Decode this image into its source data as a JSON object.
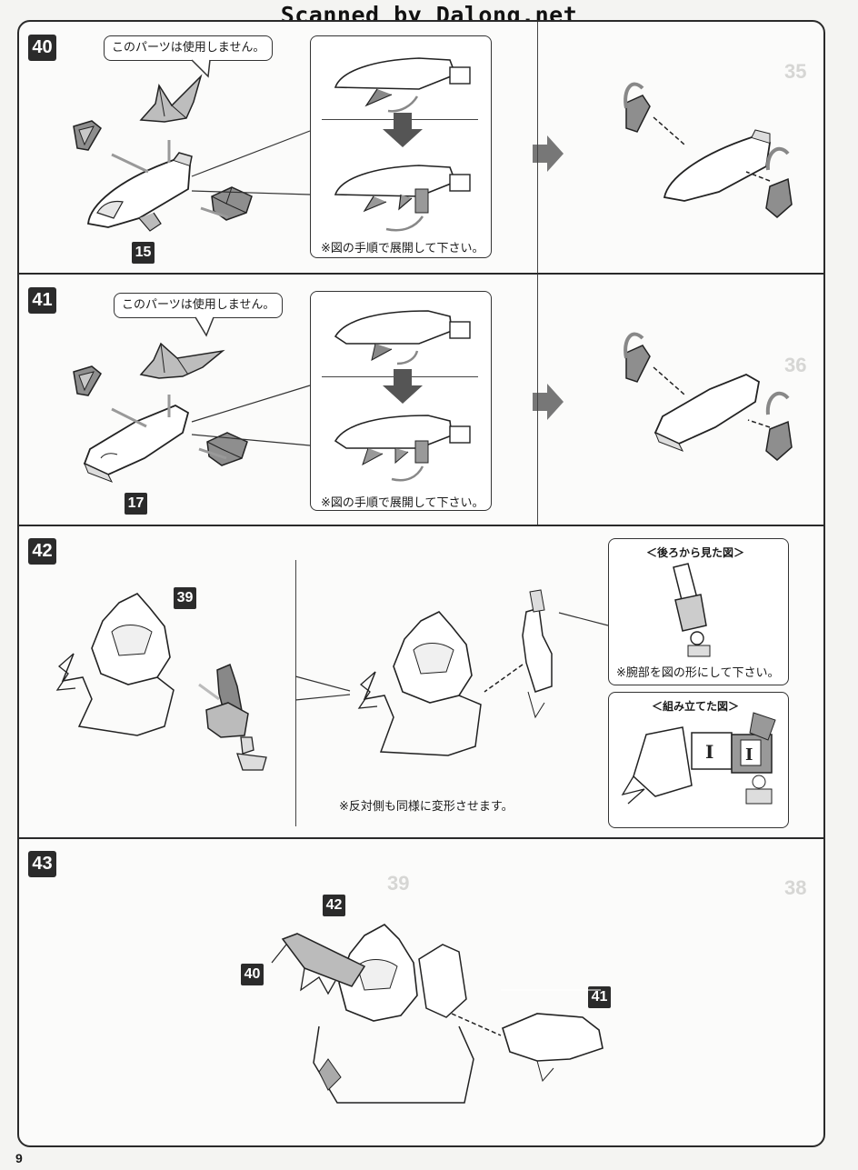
{
  "watermark": "Scanned by Dalong.net",
  "page_number": "9",
  "steps": [
    {
      "number": "40",
      "unused_part_note": "このパーツは使用しません。",
      "ref_part": "15",
      "procedure_note": "※図の手順で展開して下さい。"
    },
    {
      "number": "41",
      "unused_part_note": "このパーツは使用しません。",
      "ref_part": "17",
      "procedure_note": "※図の手順で展開して下さい。"
    },
    {
      "number": "42",
      "ref_part": "39",
      "back_view_title": "＜後ろから見た図＞",
      "back_view_note": "※腕部を図の形にして下さい。",
      "assembled_title": "＜組み立てた図＞",
      "opposite_side_note": "※反対側も同様に変形させます。"
    },
    {
      "number": "43",
      "ref_parts": [
        "42",
        "40",
        "41"
      ]
    }
  ],
  "ghost_numbers": [
    "35",
    "36",
    "38",
    "39"
  ],
  "colors": {
    "ink": "#2a2a2a",
    "paper": "#fbfbfa",
    "arrow_gray": "#7a7a7a",
    "part_gray": "#9a9a9a"
  }
}
